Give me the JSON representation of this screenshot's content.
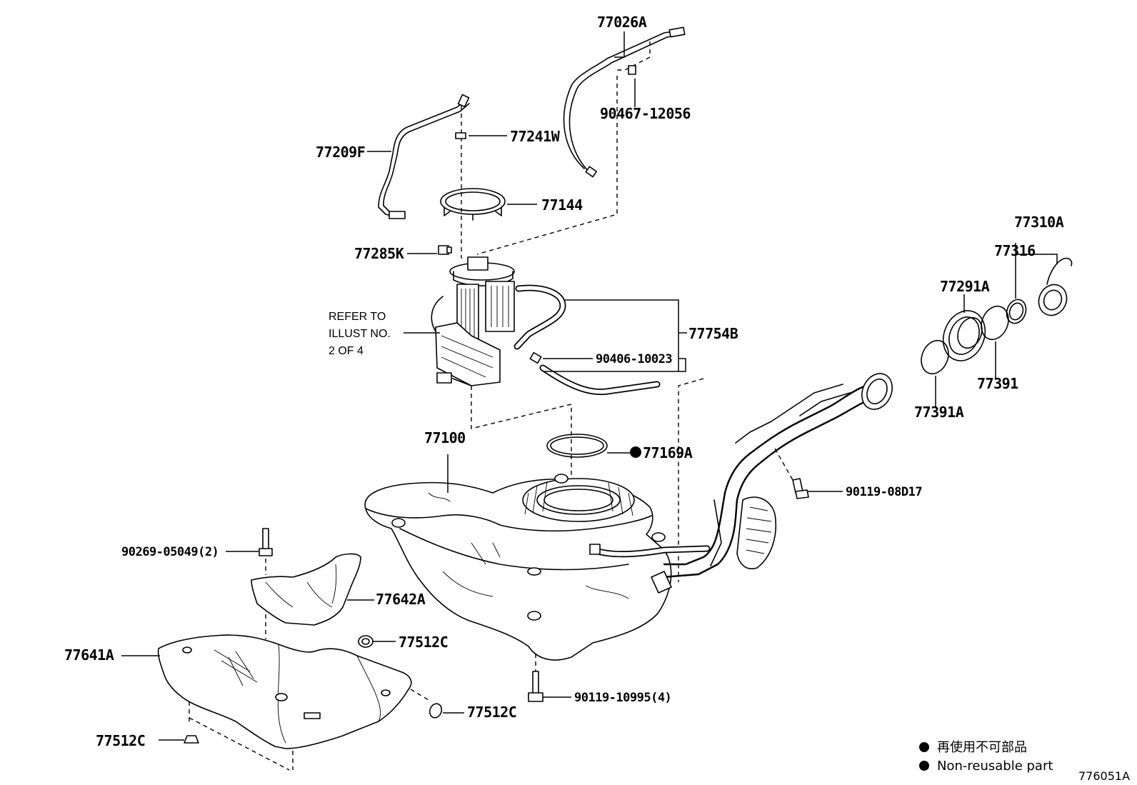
{
  "labels": {
    "p77026A": "77026A",
    "p90467": "90467-12056",
    "p77241W": "77241W",
    "p77209F": "77209F",
    "p77144": "77144",
    "p77285K": "77285K",
    "p77754B": "77754B",
    "p90406": "90406-10023",
    "p77100": "77100",
    "p77169A": "77169A",
    "p90119a": "90119-08D17",
    "p77310A": "77310A",
    "p77316": "77316",
    "p77291A": "77291A",
    "p77391": "77391",
    "p77391A": "77391A",
    "p90269": "90269-05049(2)",
    "p77642A": "77642A",
    "p77512C_a": "77512C",
    "p77641A": "77641A",
    "p90119b": "90119-10995(4)",
    "p77512C_b": "77512C",
    "p77512C_c": "77512C"
  },
  "refer_note": [
    "REFER TO",
    "ILLUST NO.",
    "2 OF 4"
  ],
  "legend": {
    "non_reusable_jp": "再使用不可部品",
    "non_reusable_en": "Non-reusable part"
  },
  "illustration_code": "776051A"
}
